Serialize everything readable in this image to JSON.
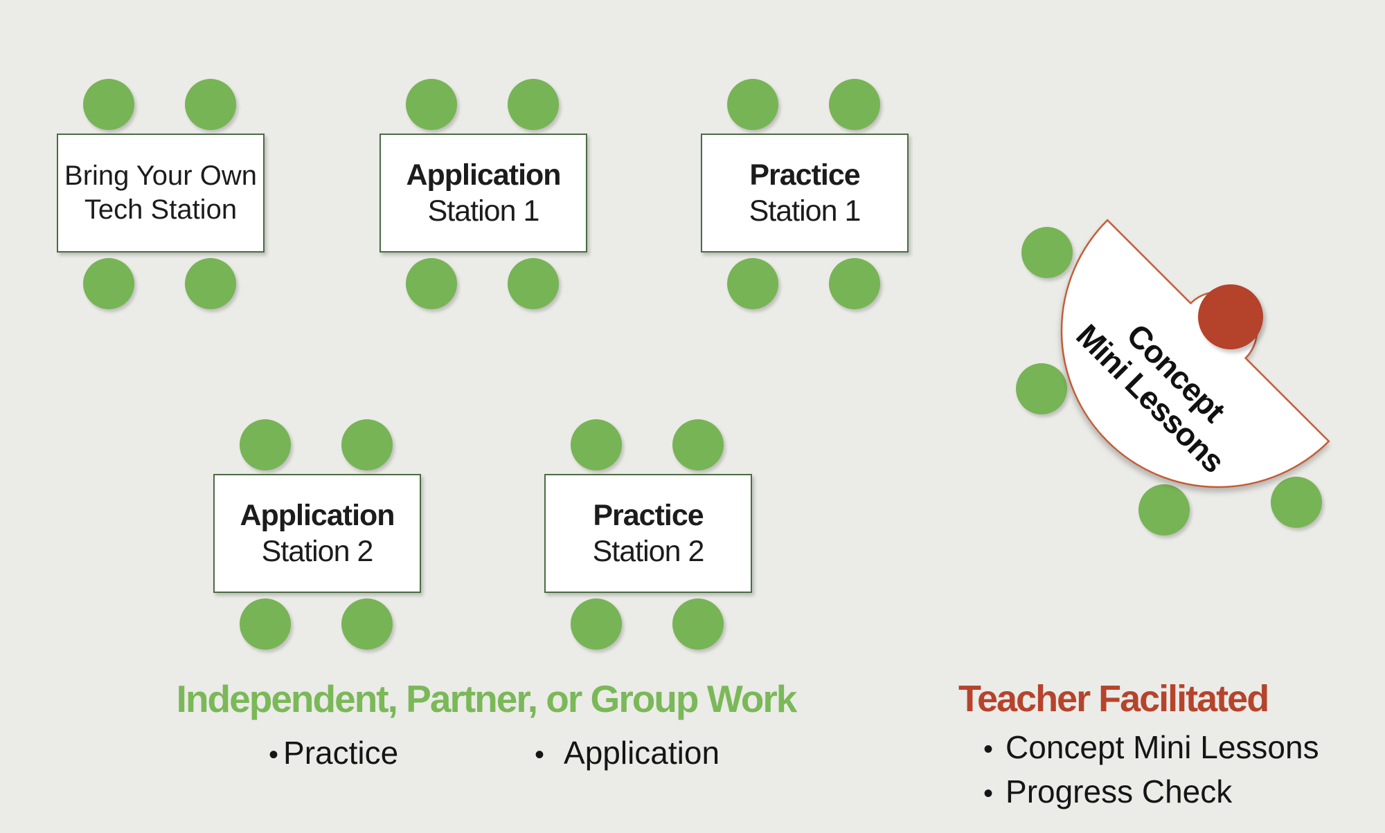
{
  "colors": {
    "background": "#ebebe7",
    "chair_green": "#77b455",
    "teacher_red": "#b5422a",
    "table_outline": "#c25a33",
    "box_border_green": "#4a6b42",
    "legend_green": "#7ab858",
    "legend_red": "#b5442c",
    "text_black": "#1c1c1c"
  },
  "glyphs": {
    "bullet": "•"
  },
  "stations": [
    {
      "line1": "Bring Your Own",
      "line2": "Tech Station"
    },
    {
      "line1": "Application",
      "line2": "Station 1"
    },
    {
      "line1": "Practice",
      "line2": "Station 1"
    },
    {
      "line1": "Application",
      "line2": "Station 2"
    },
    {
      "line1": "Practice",
      "line2": "Station 2"
    }
  ],
  "teacher_table": {
    "label_line1": "Concept",
    "label_line2": "Mini Lessons"
  },
  "legend_left": {
    "title": "Independent, Partner, or Group Work",
    "bullets": [
      "Practice",
      "Application"
    ]
  },
  "legend_right": {
    "title": "Teacher Facilitated",
    "bullets": [
      "Concept Mini Lessons",
      "Progress Check"
    ]
  }
}
